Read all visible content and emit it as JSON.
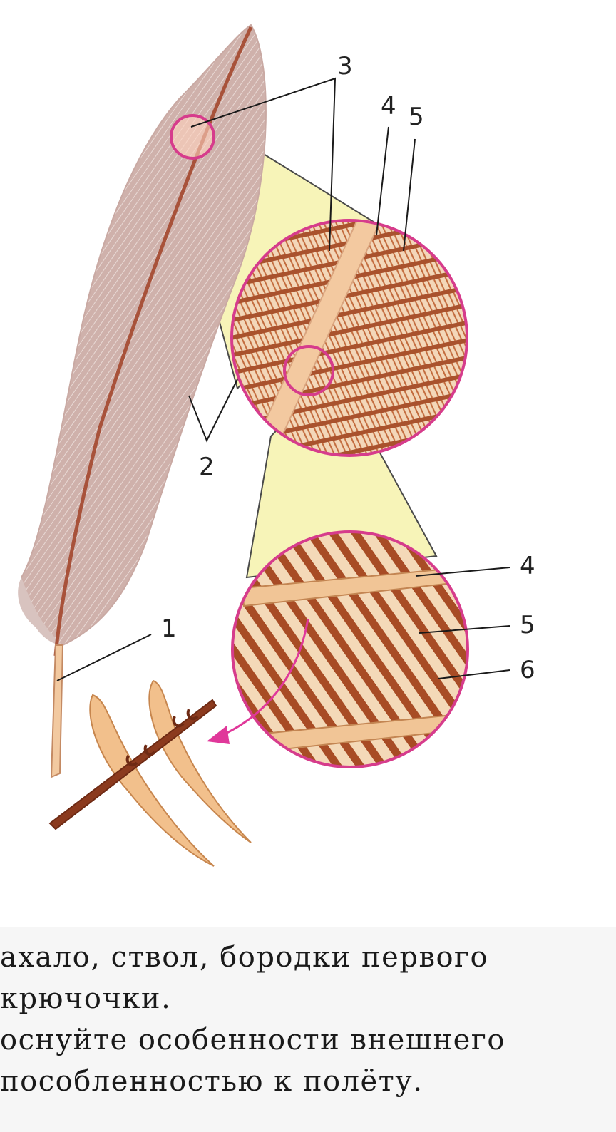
{
  "labels": {
    "shaft": "1",
    "vane": "2",
    "rachis": "3",
    "barb_top": "4",
    "barbule_top": "5",
    "barb_bottom": "4",
    "barbule_bottom": "5",
    "hooklet": "6"
  },
  "caption": {
    "line1": "ахало, ствол, бородки первого",
    "line2": "крючочки.",
    "line3": "оснуйте особенности внешнего",
    "line4": "пособленностью к полёту."
  },
  "colors": {
    "feather": "#c9a9a3",
    "rachis": "#f2c9a0",
    "barb": "#b0562f",
    "magnifier_ring": "#d63c8c",
    "zoom_cone": "#f7f4b8",
    "arrow": "#e0389a"
  }
}
